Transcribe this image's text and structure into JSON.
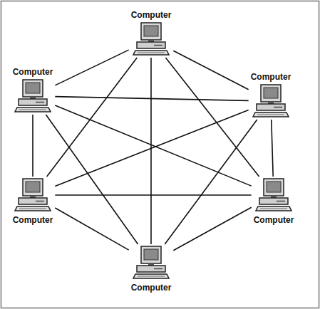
{
  "diagram": {
    "nodes": [
      {
        "text": [
          "Computer"
        ]
      },
      {
        "text": [
          "Computer"
        ]
      },
      {
        "text": [
          "Computer"
        ]
      },
      {
        "text": [
          "Computer"
        ]
      },
      {
        "text": [
          "Computer"
        ]
      },
      {
        "text": [
          "Computer"
        ]
      }
    ],
    "edges": [
      {
        "from": 0,
        "to": 1,
        "arrow": "none"
      },
      {
        "from": 0,
        "to": 2,
        "arrow": "none"
      },
      {
        "from": 0,
        "to": 3,
        "arrow": "none"
      },
      {
        "from": 0,
        "to": 4,
        "arrow": "none"
      },
      {
        "from": 0,
        "to": 5,
        "arrow": "none"
      },
      {
        "from": 1,
        "to": 2,
        "arrow": "none"
      },
      {
        "from": 1,
        "to": 3,
        "arrow": "none"
      },
      {
        "from": 1,
        "to": 4,
        "arrow": "none"
      },
      {
        "from": 1,
        "to": 5,
        "arrow": "none"
      },
      {
        "from": 2,
        "to": 3,
        "arrow": "none"
      },
      {
        "from": 2,
        "to": 4,
        "arrow": "none"
      },
      {
        "from": 2,
        "to": 5,
        "arrow": "none"
      },
      {
        "from": 3,
        "to": 4,
        "arrow": "none"
      },
      {
        "from": 3,
        "to": 5,
        "arrow": "none"
      },
      {
        "from": 4,
        "to": 5,
        "arrow": "none"
      }
    ]
  }
}
